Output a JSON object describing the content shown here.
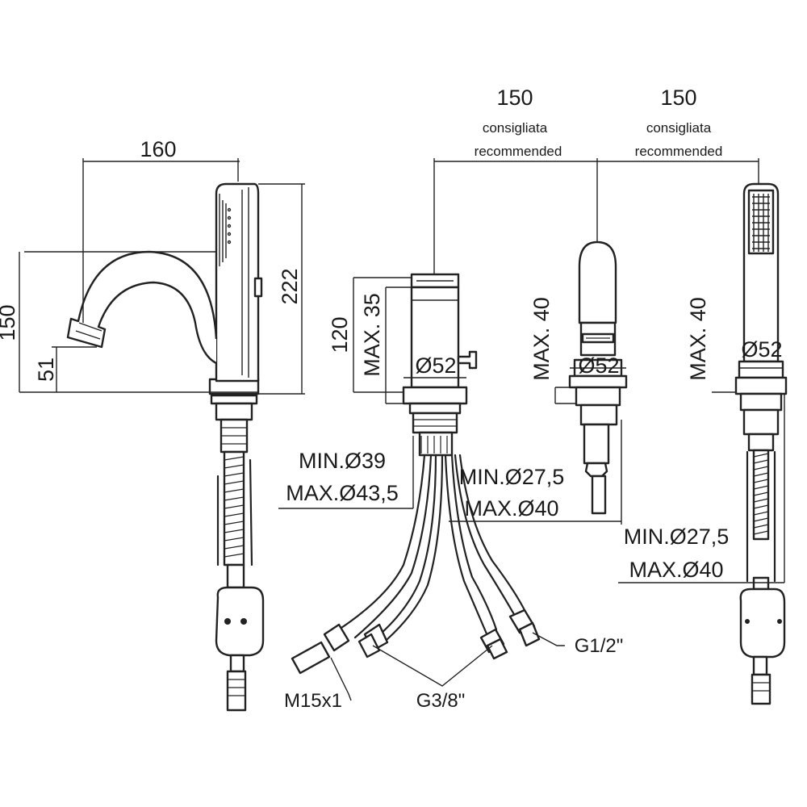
{
  "dimensions": {
    "width_160": "160",
    "height_150": "150",
    "height_51": "51",
    "height_222": "222",
    "height_120": "120",
    "max_35": "MAX. 35",
    "dia_52_a": "Ø52",
    "dia_52_b": "Ø52",
    "dia_52_c": "Ø52",
    "max_40_a": "MAX. 40",
    "max_40_b": "MAX. 40",
    "spacing_1": "150",
    "spacing_2": "150",
    "recommended_it_1": "consigliata",
    "recommended_en_1": "recommended",
    "recommended_it_2": "consigliata",
    "recommended_en_2": "recommended",
    "min_39": "MIN.Ø39",
    "max_43_5": "MAX.Ø43,5",
    "min_27_5_a": "MIN.Ø27,5",
    "max_40_dia_a": "MAX.Ø40",
    "min_27_5_b": "MIN.Ø27,5",
    "max_40_dia_b": "MAX.Ø40"
  },
  "connections": {
    "m15x1": "M15x1",
    "g3_8": "G3/8\"",
    "g1_2": "G1/2\""
  }
}
